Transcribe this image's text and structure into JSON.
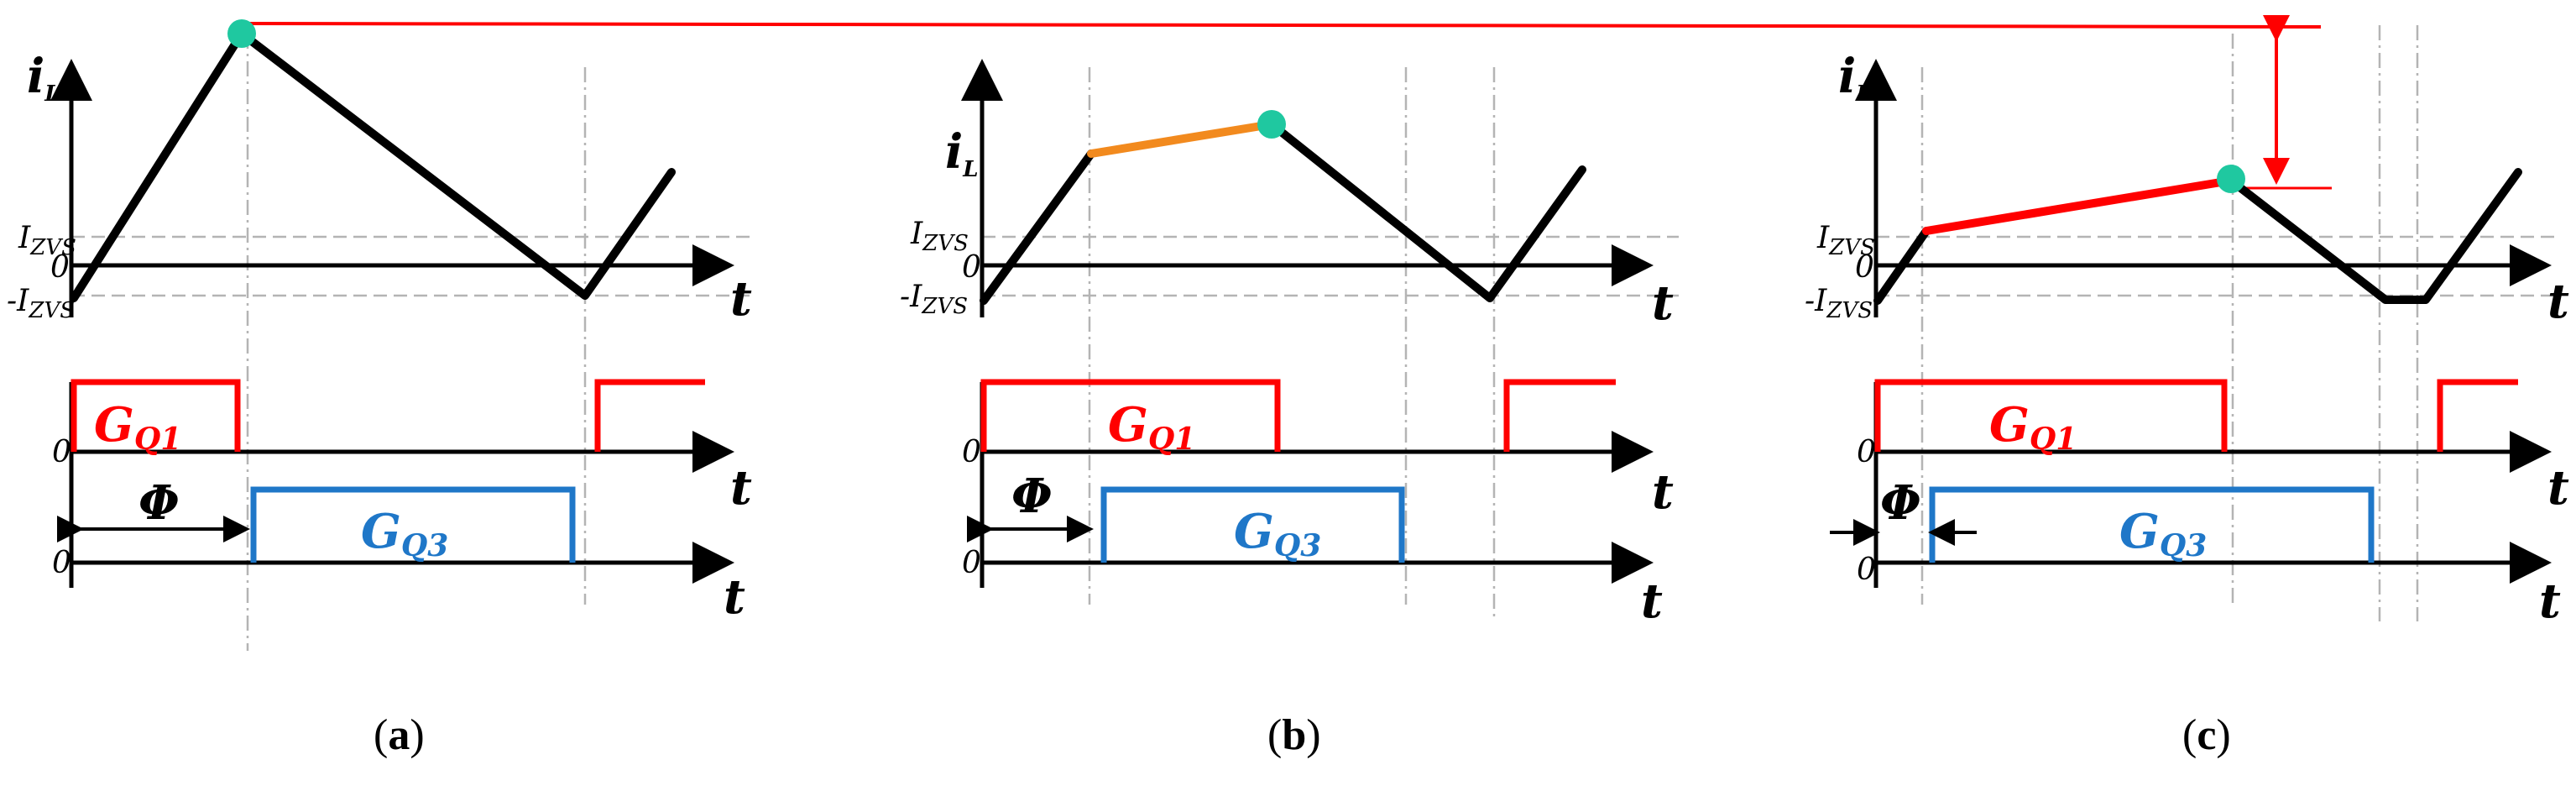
{
  "colors": {
    "current_black": "#000000",
    "gq1_red": "#ff0000",
    "gq3_blue": "#1f77c8",
    "highlight_orange": "#f28a1e",
    "marker_teal": "#1fc8a0",
    "guide_grey": "#b4b4b4"
  },
  "labels": {
    "current_main": "i",
    "current_sub": "L",
    "time_axis": "t",
    "izvs_main": "I",
    "izvs_sub": "ZVS",
    "neg_izvs_prefix": "-I",
    "zero": "0",
    "gq1_main": "G",
    "gq1_sub": "Q1",
    "gq3_main": "G",
    "gq3_sub": "Q3",
    "phase_shift": "Φ"
  },
  "panels": [
    {
      "caption_open": "(",
      "caption_letter": "a",
      "caption_close": ")"
    },
    {
      "caption_open": "(",
      "caption_letter": "b",
      "caption_close": ")"
    },
    {
      "caption_open": "(",
      "caption_letter": "c",
      "caption_close": ")"
    }
  ]
}
